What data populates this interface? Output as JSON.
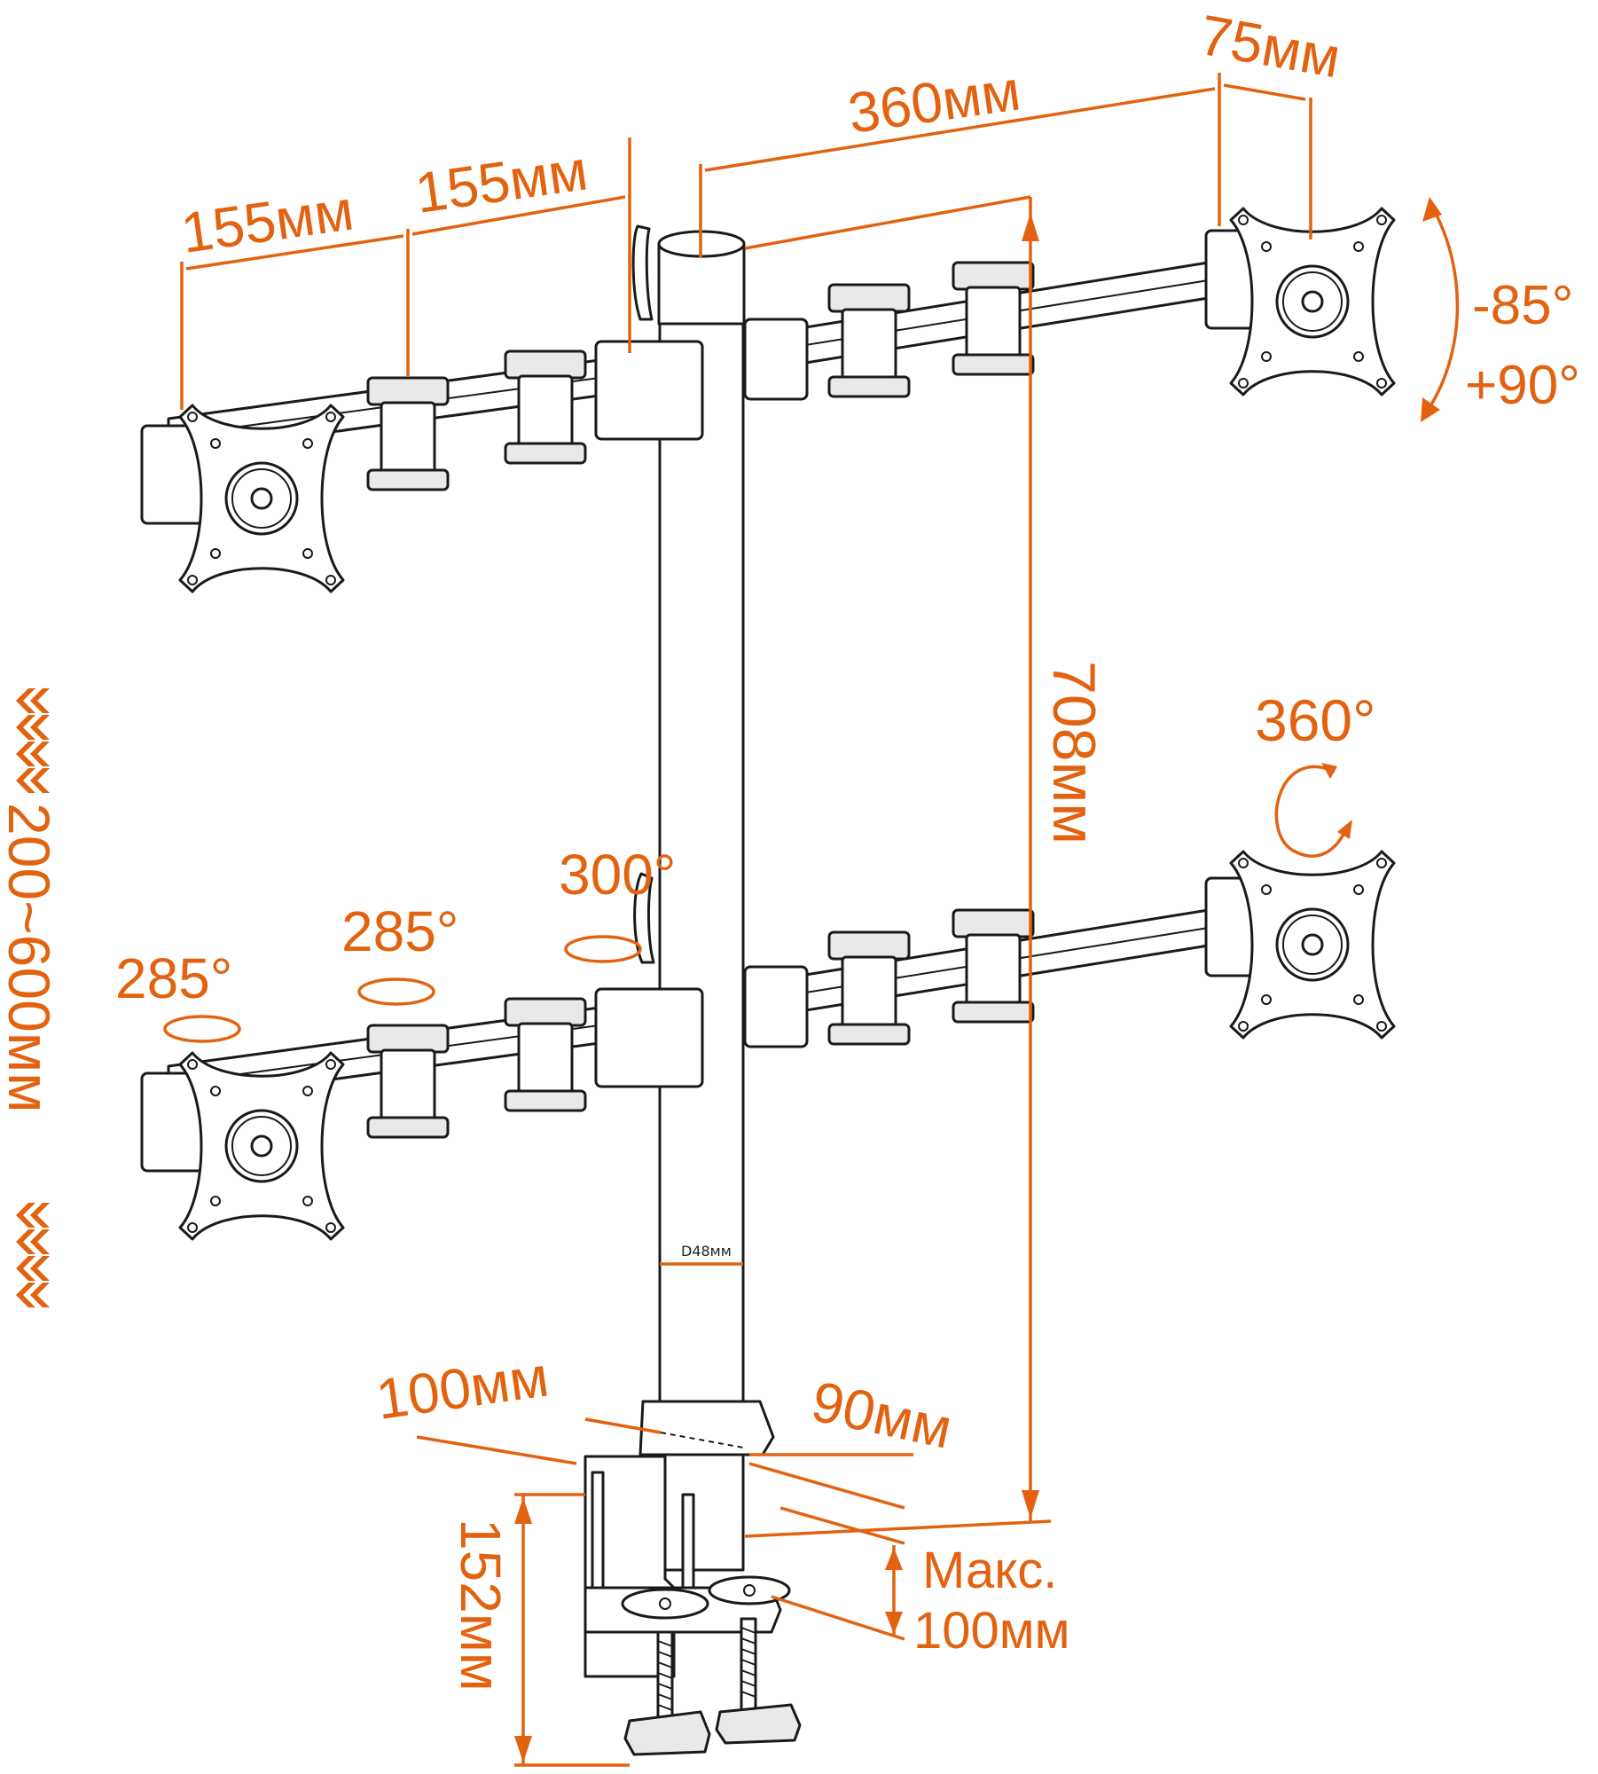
{
  "dimensions": {
    "arm_seg_1": "155мм",
    "arm_seg_2": "155мм",
    "arm_reach_right": "360мм",
    "vesa_offset": "75мм",
    "tilt_range_top": "-85°",
    "tilt_range_bottom": "+90°",
    "pole_height": "708мм",
    "rotation": "360°",
    "swivel_1": "285°",
    "swivel_2": "285°",
    "swivel_3": "300°",
    "height_range": "200~600мм",
    "pole_diameter": "D48мм",
    "base_depth": "100мм",
    "base_width": "90мм",
    "clamp_height": "152мм",
    "clamp_max_label": "Макс.",
    "clamp_max_value": "100мм"
  },
  "colors": {
    "accent": "#e2620f",
    "outline": "#1a1a1a"
  },
  "icons": [
    "vesa-plate-icon",
    "rotation-arrow-icon",
    "double-chevron-icon"
  ]
}
